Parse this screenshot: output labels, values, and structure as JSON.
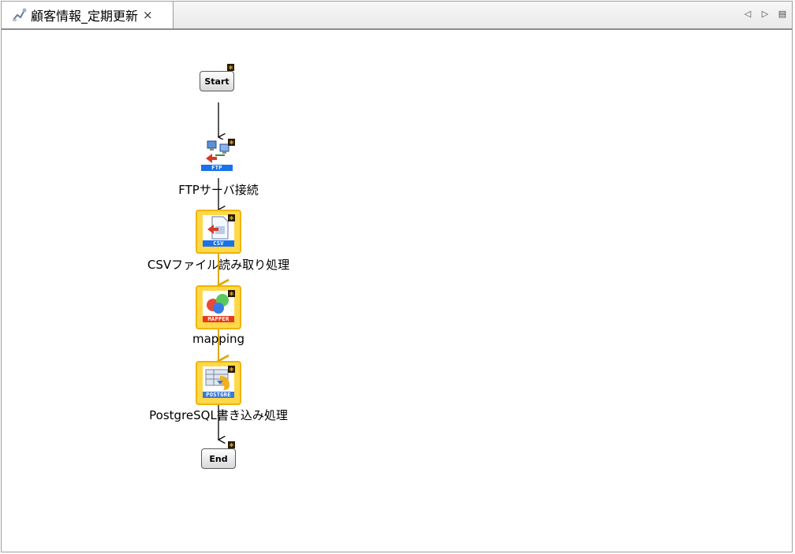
{
  "tab": {
    "title": "顧客情報_定期更新",
    "close_glyph": "×",
    "icon": "job-design-icon"
  },
  "controls": {
    "prev_glyph": "◁",
    "next_glyph": "▷",
    "menu_glyph": "▤"
  },
  "flow": {
    "start_label": "Start",
    "end_label": "End",
    "badge_glyph": "✻",
    "components": [
      {
        "label": "FTPサーバ接続",
        "tag": "FTP",
        "icon": "ftp-connection-icon"
      },
      {
        "label": "CSVファイル読み取り処理",
        "tag": "CSV",
        "icon": "csv-file-icon"
      },
      {
        "label": "mapping",
        "tag": "MAPPER",
        "icon": "mapper-icon"
      },
      {
        "label": "PostgreSQL書き込み処理",
        "tag": "POSTGRE",
        "icon": "postgresql-icon"
      }
    ]
  },
  "colors": {
    "selection_fill": "#ffd84a",
    "selection_border": "#f0b400",
    "ftp_tag": "#1a72e8",
    "csv_tag": "#1a72e8",
    "mapper_tag": "#e83a1a",
    "postgre_tag": "#3a7ad8"
  }
}
